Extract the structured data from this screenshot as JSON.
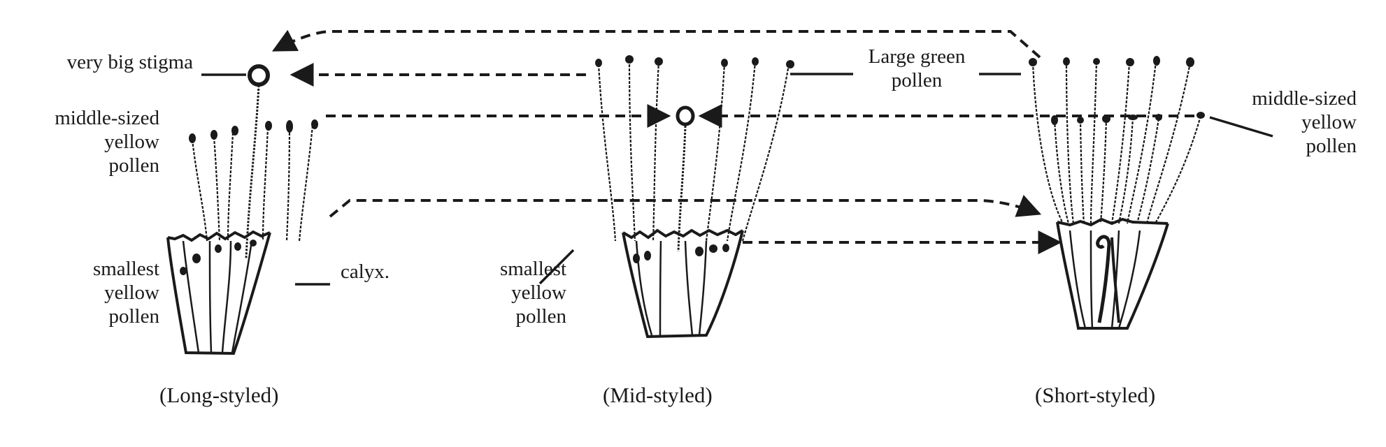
{
  "figure": {
    "type": "botanical heterostyly diagram",
    "morphs": [
      {
        "id": "long",
        "caption": "(Long-styled)"
      },
      {
        "id": "mid",
        "caption": "(Mid-styled)"
      },
      {
        "id": "short",
        "caption": "(Short-styled)"
      }
    ],
    "labels": {
      "very_big_stigma": "very big stigma",
      "long_middle_pollen": [
        "middle-sized",
        "yellow",
        "pollen"
      ],
      "long_smallest_pollen": [
        "smallest",
        "yellow",
        "pollen"
      ],
      "calyx": "calyx.",
      "mid_smallest_pollen": [
        "smallest",
        "yellow",
        "pollen"
      ],
      "large_green_pollen": [
        "Large green",
        "pollen"
      ],
      "short_middle_pollen": [
        "middle-sized",
        "yellow",
        "pollen"
      ]
    },
    "arrows": [
      {
        "from": "short-styled long stamens",
        "to": "long-styled stigma",
        "style": "dashed"
      },
      {
        "from": "mid-styled long stamens",
        "to": "long-styled stigma",
        "style": "dashed"
      },
      {
        "from": "long-styled middle stamens",
        "to": "mid-styled stigma",
        "style": "dashed"
      },
      {
        "from": "short-styled middle stamens",
        "to": "mid-styled stigma",
        "style": "dashed"
      },
      {
        "from": "long-styled short stamens",
        "to": "short-styled stigma",
        "style": "dashed"
      },
      {
        "from": "mid-styled short stamens",
        "to": "short-styled stigma",
        "style": "dashed"
      }
    ],
    "colors": {
      "ink": "#1a1a1a",
      "background": "#ffffff"
    }
  }
}
